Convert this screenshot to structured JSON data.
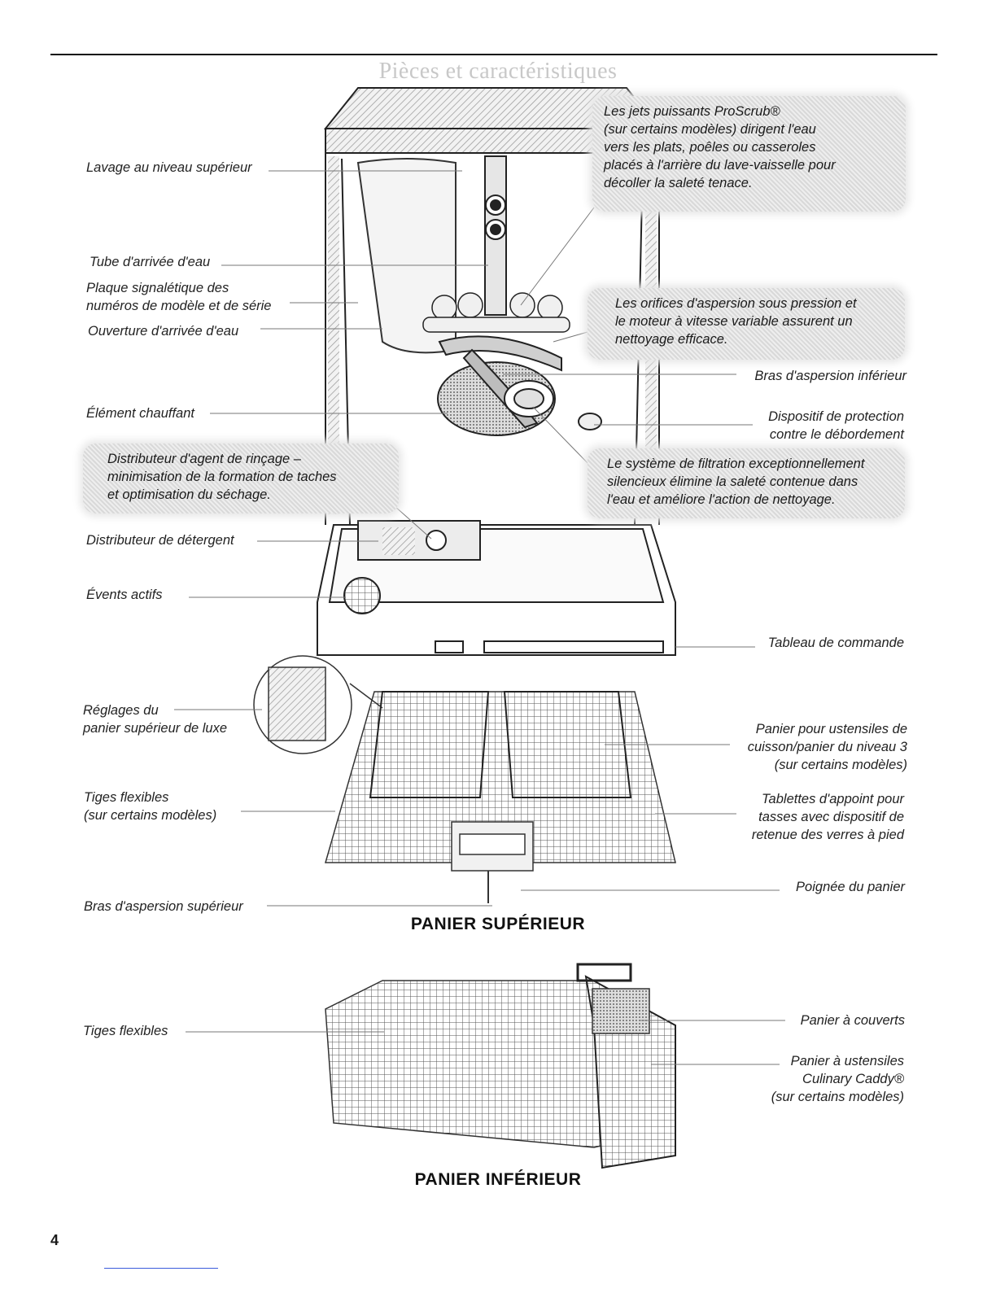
{
  "page": {
    "title": "Pièces et caractéristiques",
    "page_number": "4"
  },
  "labels": {
    "top_level_wash": "Lavage au niveau supérieur",
    "water_inlet_tube": "Tube d'arrivée d'eau",
    "serial_plate": "Plaque signalétique des\nnuméros de modèle et de série",
    "water_inlet_opening": "Ouverture d'arrivée d'eau",
    "heating_element": "Élément chauffant",
    "detergent_dispenser": "Distributeur de détergent",
    "active_vents": "Évents actifs",
    "lower_spray_arm": "Bras d'aspersion inférieur",
    "overfill_protector": "Dispositif de protection\ncontre le débordement",
    "control_panel": "Tableau de commande",
    "rack_adjusters": "Réglages du\npanier supérieur de luxe",
    "flexible_tines_upper": "Tiges flexibles\n(sur certains modèles)",
    "upper_spray_arm": "Bras d'aspersion supérieur",
    "cookware_basket": "Panier pour ustensiles de\ncuisson/panier du niveau 3\n(sur certains modèles)",
    "cup_shelves": "Tablettes d'appoint pour\ntasses avec dispositif de\nretenue des verres à pied",
    "rack_handle": "Poignée du panier",
    "flexible_tines_lower": "Tiges flexibles",
    "silverware_basket": "Panier à couverts",
    "culinary_caddy": "Panier à ustensiles\nCulinary Caddy®\n(sur certains modèles)"
  },
  "callouts": {
    "proscrub": "Les jets puissants ProScrub®\n(sur certains modèles) dirigent l'eau\nvers les plats, poêles ou casseroles\nplacés à l'arrière du lave-vaisselle pour\ndécoller la saleté tenace.",
    "spray_orifices": "Les orifices d'aspersion sous pression et\nle moteur à vitesse variable assurent un\nnettoyage efficace.",
    "rinse_aid": "Distributeur d'agent de rinçage –\nminimisation de la formation de taches\net optimisation du séchage.",
    "filtration": "Le système de filtration exceptionnellement\nsilencieux élimine la saleté contenue dans\nl'eau et améliore l'action de nettoyage."
  },
  "headings": {
    "upper_rack": "PANIER SUPÉRIEUR",
    "lower_rack": "PANIER INFÉRIEUR"
  }
}
